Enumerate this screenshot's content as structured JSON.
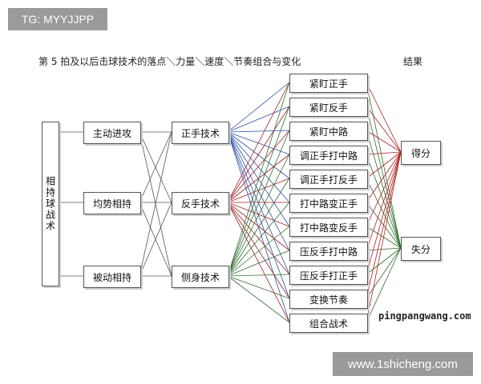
{
  "watermark_top": "TG: MYYJJPP",
  "watermark_bottom": "www.1shicheng.com",
  "site_mark": "pingpangwang.com",
  "title": "第 5 拍及以后击球技术的落点＼力量＼速度＼节奏组合与变化",
  "result_header": "结果",
  "root": "相持球战术",
  "states": [
    "主动进攻",
    "均势相持",
    "被动相持"
  ],
  "techniques": [
    "正手技术",
    "反手技术",
    "侧身技术"
  ],
  "placements": [
    "紧盯正手",
    "紧盯反手",
    "紧盯中路",
    "调正手打中路",
    "调正手打反手",
    "打中路变正手",
    "打中路变反手",
    "压反手打中路",
    "压反手打正手",
    "变换节奏",
    "组合战术"
  ],
  "outcomes": [
    "得分",
    "失分"
  ],
  "colors": {
    "line": "#555555",
    "technique_1": "#2b4fa8",
    "technique_2": "#a02020",
    "technique_3": "#2f6b2f",
    "outcome_1": "#b02020",
    "outcome_2": "#2f6b2f"
  }
}
